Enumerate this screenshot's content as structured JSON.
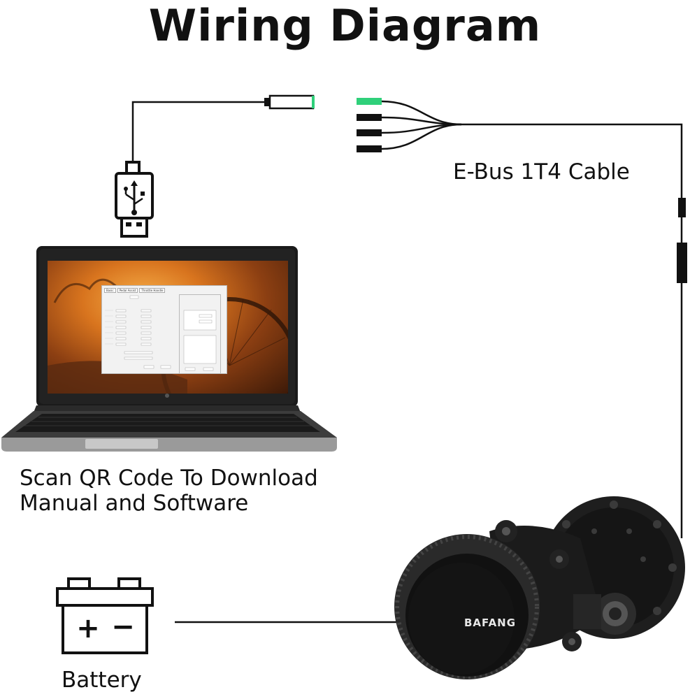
{
  "title": "Wiring Diagram",
  "cable_label": "E-Bus 1T4 Cable",
  "scan_text": {
    "line1": "Scan QR Code To Download",
    "line2": "Manual and Software"
  },
  "battery_label": "Battery",
  "battery_symbols": {
    "plus": "+",
    "minus": "−"
  },
  "motor_brand": "BAFANG",
  "software_tabs": [
    "Basic",
    "Pedal Assist",
    "Throttle Handle"
  ],
  "colors": {
    "accent_green": "#2fd07a",
    "line": "#111111",
    "motor": "#1c1c1c"
  }
}
